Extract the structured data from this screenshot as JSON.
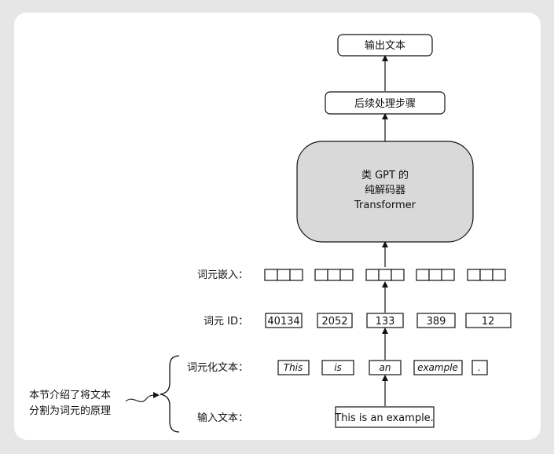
{
  "output_text": "输出文本",
  "postprocess": "后续处理步骤",
  "transformer": {
    "line1": "类 GPT 的",
    "line2": "纯解码器",
    "line3": "Transformer"
  },
  "labels": {
    "embeddings": "词元嵌入：",
    "token_ids": "词元 ID：",
    "tokenized": "词元化文本：",
    "input": "输入文本："
  },
  "token_ids": [
    "40134",
    "2052",
    "133",
    "389",
    "12"
  ],
  "tokens": [
    "This",
    "is",
    "an",
    "example",
    "."
  ],
  "input_text": "This is an example.",
  "annotation": {
    "line1": "本节介绍了将文本",
    "line2": "分割为词元的原理"
  }
}
